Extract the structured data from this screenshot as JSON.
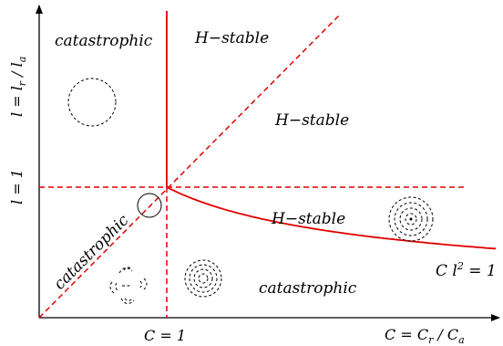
{
  "axes": {
    "x_label": "C = C",
    "x_sub_r": "r",
    "x_div": " / C",
    "x_sub_a": "a",
    "y_label": "l = l",
    "y_sub_r": "r",
    "y_div": " / l",
    "y_sub_a": "a",
    "x_tick": "C = 1",
    "y_tick": "l = 1"
  },
  "regions": {
    "top_left": "catastrophic",
    "top_center": "H−stable",
    "right_upper": "H−stable",
    "right_lower": "H−stable",
    "bottom_diagonal": "catastrophic",
    "bottom_right": "catastrophic"
  },
  "curve_label": {
    "base": "C l",
    "exp": "2",
    "rhs": " = 1"
  },
  "colors": {
    "boundary": "#e00000",
    "axis": "#000000"
  }
}
